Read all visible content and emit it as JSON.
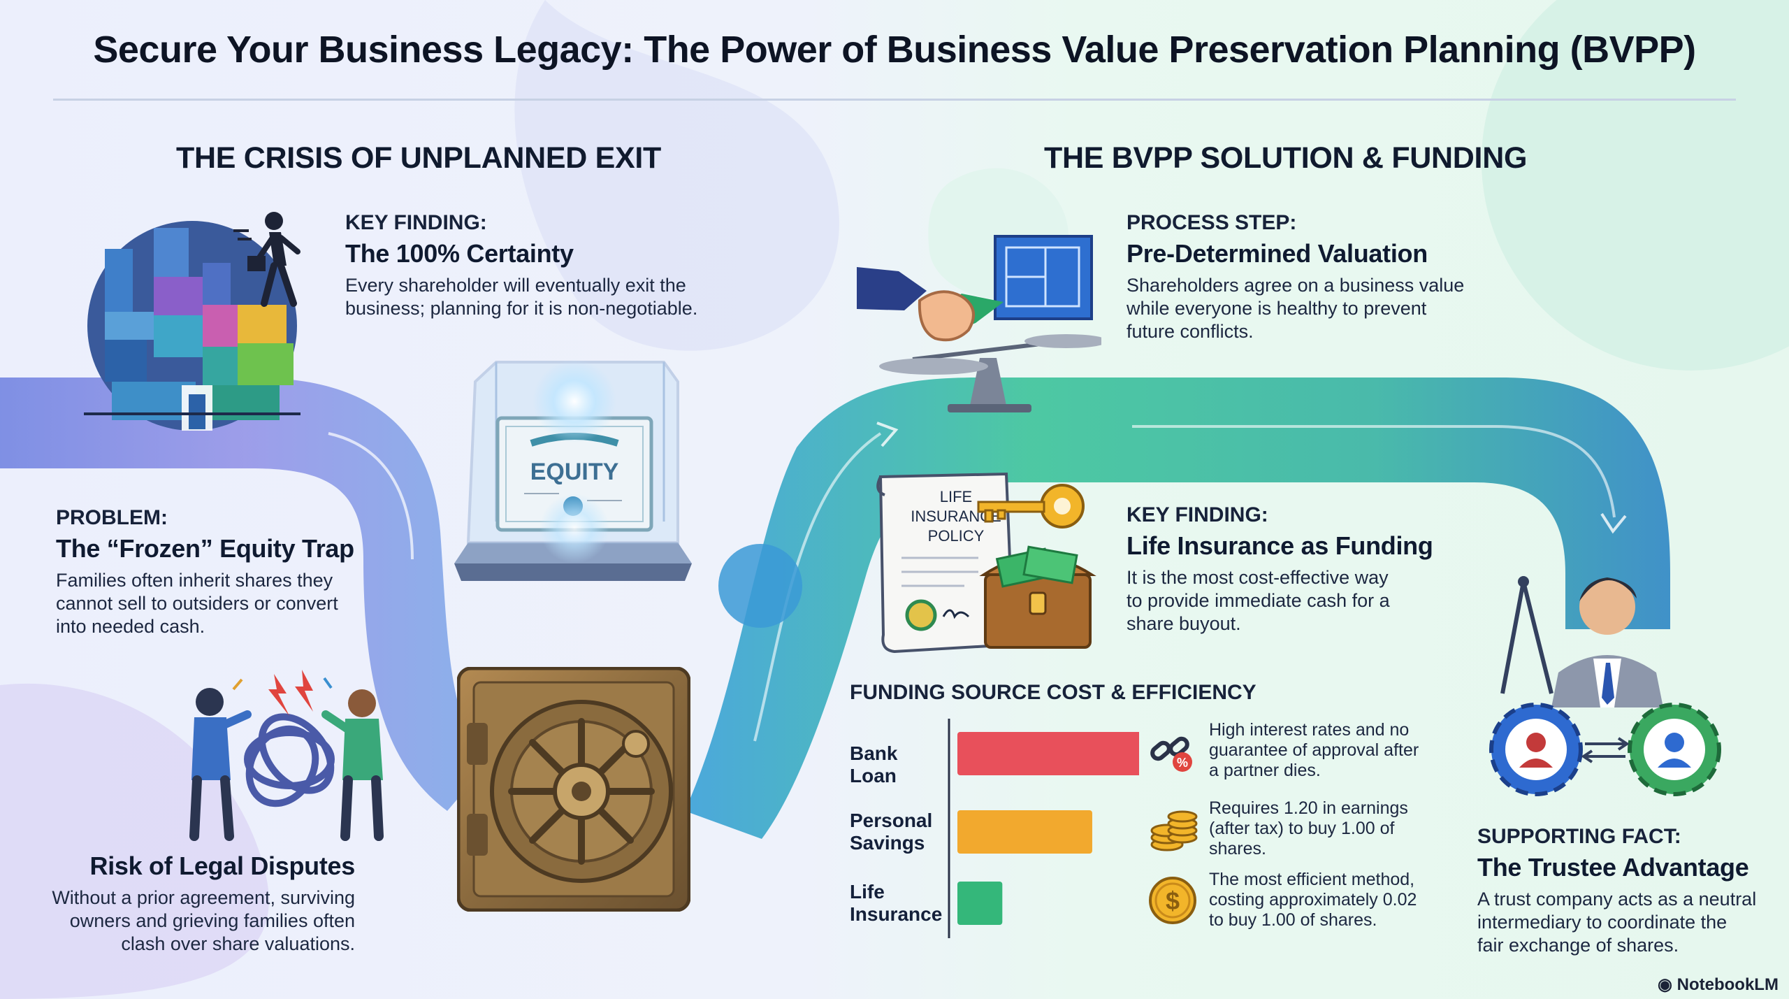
{
  "title": "Secure Your Business Legacy: The Power of Business Value Preservation Planning (BVPP)",
  "left_section": {
    "heading": "THE CRISIS OF UNPLANNED EXIT",
    "key_finding": {
      "tag": "KEY FINDING:",
      "head": "The 100% Certainty",
      "body": [
        "Every shareholder will eventually exit the",
        "business; planning for it is non-negotiable."
      ]
    },
    "problem": {
      "tag": "PROBLEM:",
      "head": "The “Frozen” Equity Trap",
      "body": [
        "Families often inherit shares they",
        "cannot sell to outsiders or convert",
        "into needed cash."
      ]
    },
    "disputes": {
      "head": "Risk of Legal Disputes",
      "body": [
        "Without a prior agreement, surviving",
        "owners and grieving families often",
        "clash over share valuations."
      ]
    },
    "equity_label": "EQUITY"
  },
  "right_section": {
    "heading": "THE BVPP SOLUTION & FUNDING",
    "process_step": {
      "tag": "PROCESS STEP:",
      "head": "Pre-Determined Valuation",
      "body": [
        "Shareholders agree on a business value",
        "while everyone is healthy to prevent",
        "future conflicts."
      ]
    },
    "key_finding": {
      "tag": "KEY FINDING:",
      "head": "Life Insurance as Funding",
      "body": [
        "It is the most cost-effective way",
        "to provide immediate cash for a",
        "share buyout."
      ]
    },
    "policy_label": [
      "LIFE",
      "INSURANCE",
      "POLICY"
    ],
    "supporting_fact": {
      "tag": "SUPPORTING FACT:",
      "head": "The Trustee Advantage",
      "body": [
        "A trust company acts as a neutral",
        "intermediary to coordinate the",
        "fair exchange of shares."
      ]
    }
  },
  "chart_data": {
    "type": "bar",
    "orientation": "horizontal",
    "title": "FUNDING SOURCE COST & EFFICIENCY",
    "categories": [
      [
        "Bank Loan"
      ],
      [
        "Personal",
        "Savings"
      ],
      [
        "Life",
        "Insurance"
      ]
    ],
    "values": [
      1.0,
      0.72,
      0.24
    ],
    "xlim": [
      0,
      1
    ],
    "grid": false,
    "colors": [
      "#e8505b",
      "#f2a92e",
      "#34b77a"
    ],
    "notes": [
      [
        "High interest rates and no",
        "guarantee of approval after",
        "a partner dies."
      ],
      [
        "Requires 1.20 in earnings",
        "(after tax) to buy 1.00 of",
        "shares."
      ],
      [
        "The most efficient method,",
        "costing approximately 0.02",
        "to buy 1.00 of shares."
      ]
    ],
    "note_icons": [
      "broken-chain-percent-icon",
      "coin-stack-icon",
      "dollar-coin-icon"
    ]
  },
  "icons": {
    "building_globe": "building-globe-icon",
    "walking_figure": "walking-businessman-icon",
    "equity_cube": "equity-certificate-cube-icon",
    "vault": "vault-door-icon",
    "arguing_people": "arguing-people-icon",
    "handshake": "handshake-icon",
    "scale": "balance-scale-icon",
    "blueprint": "blueprint-icon",
    "policy": "insurance-policy-icon",
    "key": "key-icon",
    "treasure": "money-chest-icon",
    "trustee": "trustee-businessman-icon",
    "gears": "exchange-gears-icon"
  },
  "branding": "NotebookLM",
  "colors": {
    "bank_loan": "#e8505b",
    "personal_savings": "#f2a92e",
    "life_insurance": "#34b77a"
  }
}
